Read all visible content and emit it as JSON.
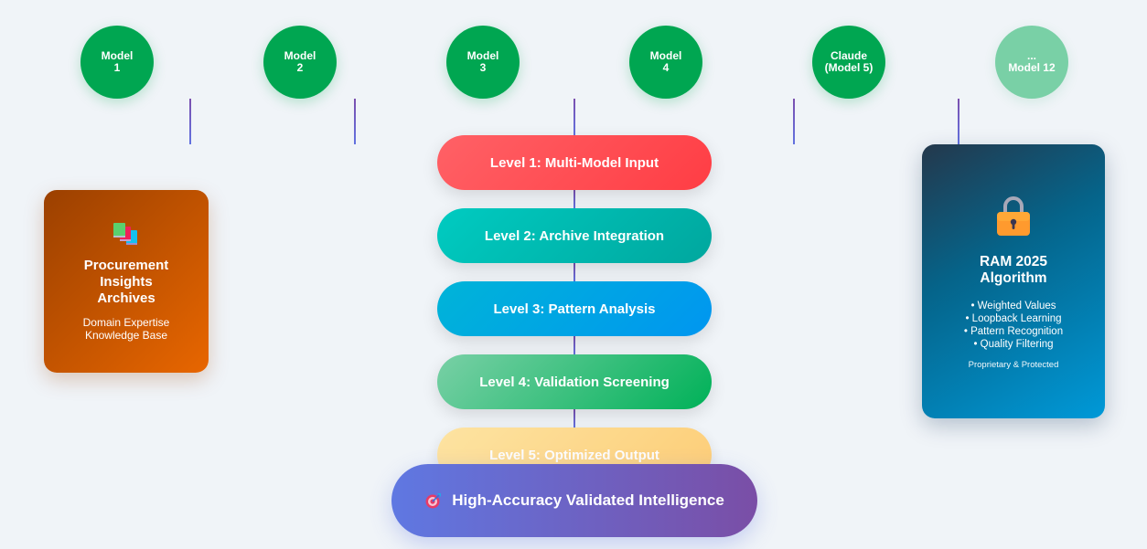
{
  "models": [
    {
      "label": "Model\n1",
      "active": true
    },
    {
      "label": "Model\n2",
      "active": true
    },
    {
      "label": "Model\n3",
      "active": true
    },
    {
      "label": "Model\n4",
      "active": true
    },
    {
      "label": "Claude\n(Model 5)",
      "active": true
    },
    {
      "label": "...\nModel 12",
      "active": false
    }
  ],
  "levels": [
    {
      "label": "Level 1: Multi-Model Input",
      "color": "#ff4d53"
    },
    {
      "label": "Level 2: Archive Integration",
      "color": "#00b8af"
    },
    {
      "label": "Level 3: Pattern Analysis",
      "color": "#00a4e6"
    },
    {
      "label": "Level 4: Validation Screening",
      "color": "#3fbf7e"
    },
    {
      "label": "Level 5: Optimized Output",
      "color": "#ffd57f"
    }
  ],
  "output": {
    "icon": "target-icon",
    "label": "High-Accuracy Validated Intelligence"
  },
  "archives_card": {
    "icon": "books-icon",
    "title": "Procurement\nInsights\nArchives",
    "subtitle": "Domain Expertise\nKnowledge Base"
  },
  "algorithm_card": {
    "icon": "lock-icon",
    "title": "RAM 2025\nAlgorithm",
    "features": [
      "• Weighted Values",
      "• Loopback Learning",
      "• Pattern Recognition",
      "• Quality Filtering"
    ],
    "note": "Proprietary & Protected"
  },
  "colors": {
    "model_green": "#00a651",
    "model_faded": "#79d0a6",
    "connector": "#6a62c8",
    "background": "#f0f4f8"
  }
}
